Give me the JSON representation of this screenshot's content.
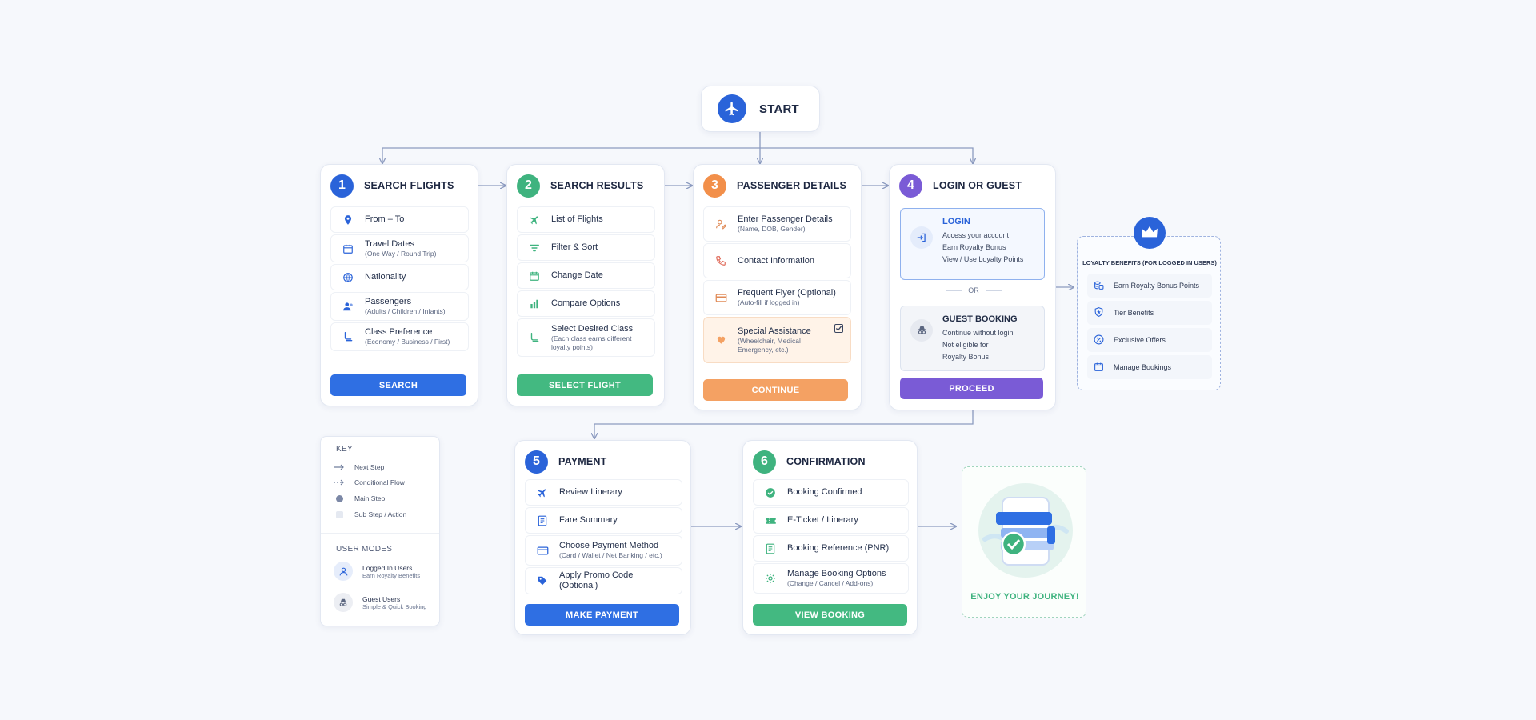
{
  "start": {
    "label": "START"
  },
  "steps": [
    {
      "number": "1",
      "title": "SEARCH FLIGHTS",
      "color": "#2a63d9",
      "items": [
        {
          "icon": "map-pin-icon",
          "label": "From – To",
          "sub": ""
        },
        {
          "icon": "calendar-icon",
          "label": "Travel Dates",
          "sub": "(One Way / Round Trip)"
        },
        {
          "icon": "globe-icon",
          "label": "Nationality",
          "sub": ""
        },
        {
          "icon": "passengers-icon",
          "label": "Passengers",
          "sub": "(Adults / Children / Infants)"
        },
        {
          "icon": "seat-icon",
          "label": "Class Preference",
          "sub": "(Economy / Business / First)"
        }
      ],
      "button": "SEARCH"
    },
    {
      "number": "2",
      "title": "SEARCH RESULTS",
      "color": "#3fb37f",
      "items": [
        {
          "icon": "plane-icon",
          "label": "List of Flights",
          "sub": ""
        },
        {
          "icon": "filter-icon",
          "label": "Filter & Sort",
          "sub": ""
        },
        {
          "icon": "calendar-icon",
          "label": "Change Date",
          "sub": ""
        },
        {
          "icon": "bar-chart-icon",
          "label": "Compare Options",
          "sub": ""
        },
        {
          "icon": "seat-icon",
          "label": "Select Desired Class",
          "sub": "(Each class earns different loyalty points)"
        }
      ],
      "button": "SELECT FLIGHT"
    },
    {
      "number": "3",
      "title": "PASSENGER DETAILS",
      "color": "#f28f4a",
      "items": [
        {
          "icon": "user-edit-icon",
          "label": "Enter Passenger Details",
          "sub": "(Name, DOB, Gender)"
        },
        {
          "icon": "phone-icon",
          "label": "Contact Information",
          "sub": ""
        },
        {
          "icon": "card-icon",
          "label": "Frequent Flyer (Optional)",
          "sub": "(Auto-fill if logged in)"
        },
        {
          "icon": "heart-hand-icon",
          "label": "Special Assistance",
          "sub": "(Wheelchair, Medical Emergency, etc.)"
        }
      ],
      "button": "CONTINUE"
    },
    {
      "number": "4",
      "title": "LOGIN OR GUEST",
      "color": "#7a5bd6",
      "login": {
        "title": "LOGIN",
        "lines": [
          "Access your account",
          "Earn Royalty Bonus",
          "View / Use Loyalty Points"
        ]
      },
      "or_label": "OR",
      "guest": {
        "title": "GUEST BOOKING",
        "lines": [
          "Continue without login",
          "Not eligible for",
          "Royalty Bonus"
        ]
      },
      "button": "PROCEED"
    },
    {
      "number": "5",
      "title": "PAYMENT",
      "color": "#2a63d9",
      "items": [
        {
          "icon": "plane-icon",
          "label": "Review Itinerary",
          "sub": ""
        },
        {
          "icon": "document-icon",
          "label": "Fare Summary",
          "sub": ""
        },
        {
          "icon": "card-icon",
          "label": "Choose Payment Method",
          "sub": "(Card / Wallet / Net Banking / etc.)"
        },
        {
          "icon": "tag-icon",
          "label": "Apply Promo Code (Optional)",
          "sub": ""
        }
      ],
      "button": "MAKE PAYMENT"
    },
    {
      "number": "6",
      "title": "CONFIRMATION",
      "color": "#3fb37f",
      "items": [
        {
          "icon": "check-circle-icon",
          "label": "Booking Confirmed",
          "sub": ""
        },
        {
          "icon": "ticket-icon",
          "label": "E-Ticket / Itinerary",
          "sub": ""
        },
        {
          "icon": "receipt-icon",
          "label": "Booking Reference (PNR)",
          "sub": ""
        },
        {
          "icon": "gear-icon",
          "label": "Manage Booking Options",
          "sub": "(Change / Cancel / Add-ons)"
        }
      ],
      "button": "VIEW BOOKING"
    }
  ],
  "loyalty": {
    "title": "LOYALTY BENEFITS (FOR LOGGED IN USERS)",
    "items": [
      {
        "icon": "coins-icon",
        "label": "Earn Royalty Bonus Points"
      },
      {
        "icon": "shield-star-icon",
        "label": "Tier Benefits"
      },
      {
        "icon": "percent-icon",
        "label": "Exclusive Offers"
      },
      {
        "icon": "calendar-icon",
        "label": "Manage Bookings"
      }
    ]
  },
  "legend": {
    "title": "KEY",
    "items": [
      {
        "symbol": "solid-arrow",
        "label": "Next Step"
      },
      {
        "symbol": "dashed-arrow",
        "label": "Conditional Flow"
      },
      {
        "symbol": "dot",
        "label": "Main Step"
      },
      {
        "symbol": "square",
        "label": "Sub Step / Action"
      }
    ],
    "modes_title": "USER MODES",
    "modes": [
      {
        "icon": "user-icon",
        "label": "Logged In Users",
        "sub": "Earn Royalty Benefits"
      },
      {
        "icon": "incognito-icon",
        "label": "Guest Users",
        "sub": "Simple & Quick Booking"
      }
    ]
  },
  "journey": {
    "label": "ENJOY YOUR JOURNEY!"
  },
  "colors": {
    "blue": "#2f6fe3",
    "green": "#43b981",
    "orange": "#f4a163",
    "purple": "#7a5bd6",
    "connector": "#8c9bc0"
  }
}
